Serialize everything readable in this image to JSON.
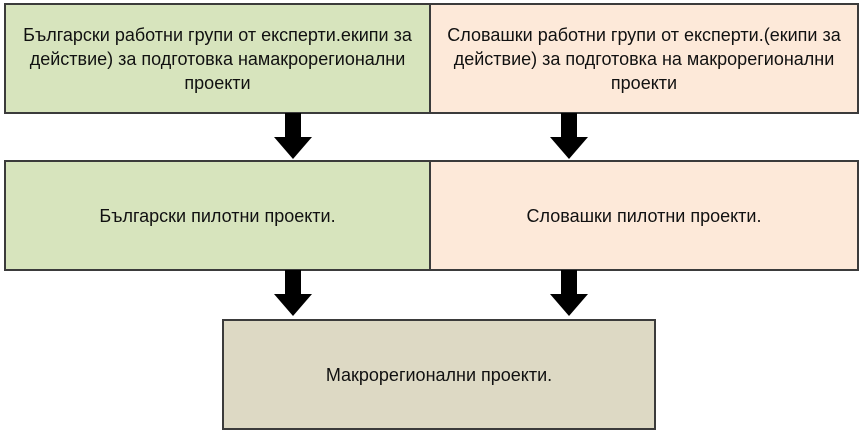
{
  "boxes": {
    "bg_groups": "Български работни групи от експерти.екипи за действие) за подготовка намакрорегионални проекти",
    "sk_groups": "Словашки работни групи от експерти.(екипи за действие) за подготовка на макрорегионални проекти",
    "bg_pilot": "Български пилотни проекти.",
    "sk_pilot": "Словашки пилотни проекти.",
    "macro": "Макрорегионални проекти."
  },
  "colors": {
    "bulgarian_fill": "#d7e4bd",
    "slovak_fill": "#fde9d9",
    "macro_fill": "#ddd9c4",
    "border": "#3b3b3b",
    "arrow": "#000000"
  }
}
